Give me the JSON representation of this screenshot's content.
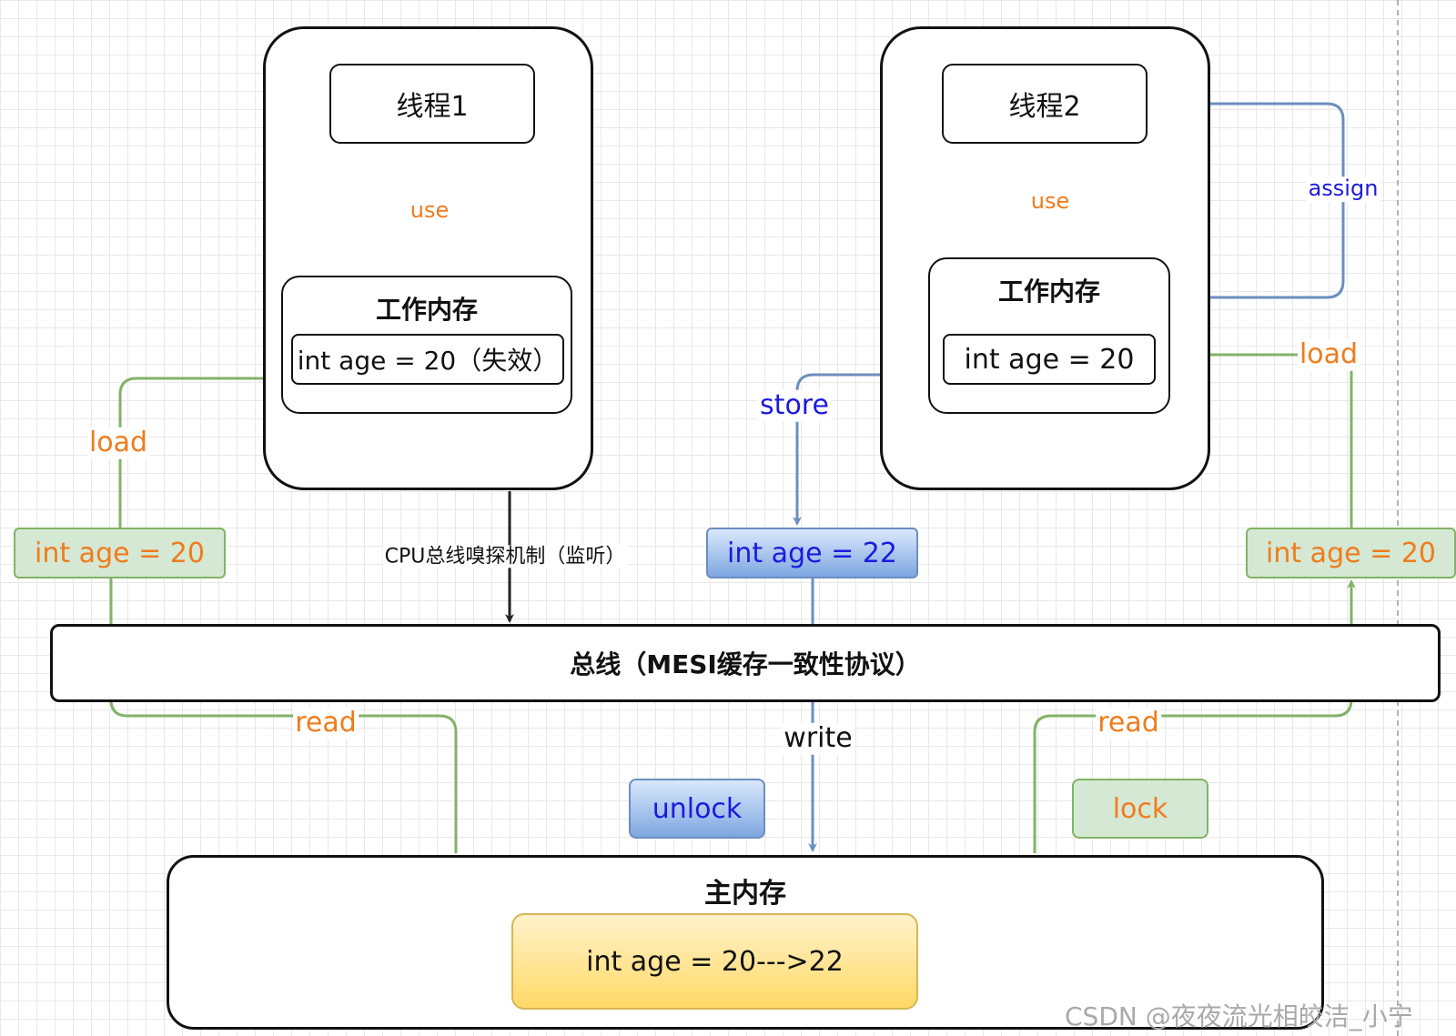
{
  "thread1": {
    "title": "线程1",
    "work_memory_title": "工作内存",
    "value": "int age = 20（失效）"
  },
  "thread2": {
    "title": "线程2",
    "work_memory_title": "工作内存",
    "value": "int age = 20"
  },
  "buffers": {
    "left_copy": "int age = 20",
    "middle_copy": "int age = 22",
    "right_copy": "int age = 20"
  },
  "bus": {
    "label": "总线（MESI缓存一致性协议）"
  },
  "bus_sniffing": {
    "label": "CPU总线嗅探机制（监听）"
  },
  "main_memory": {
    "title": "主内存",
    "value": "int age = 20--->22"
  },
  "locks": {
    "unlock": "unlock",
    "lock": "lock"
  },
  "operations": {
    "use_left": "use",
    "use_right": "use",
    "assign": "assign",
    "load_left": "load",
    "load_right": "load",
    "store": "store",
    "write": "write",
    "read_left": "read",
    "read_right": "read"
  },
  "watermark": "CSDN @夜夜流光相皎洁_小宁",
  "colors": {
    "green_arrow": "#82b366",
    "blue_arrow": "#6c8ebf",
    "black_arrow": "#222222",
    "orange_text": "#f07c1c",
    "blue_text": "#1b1bdd"
  }
}
